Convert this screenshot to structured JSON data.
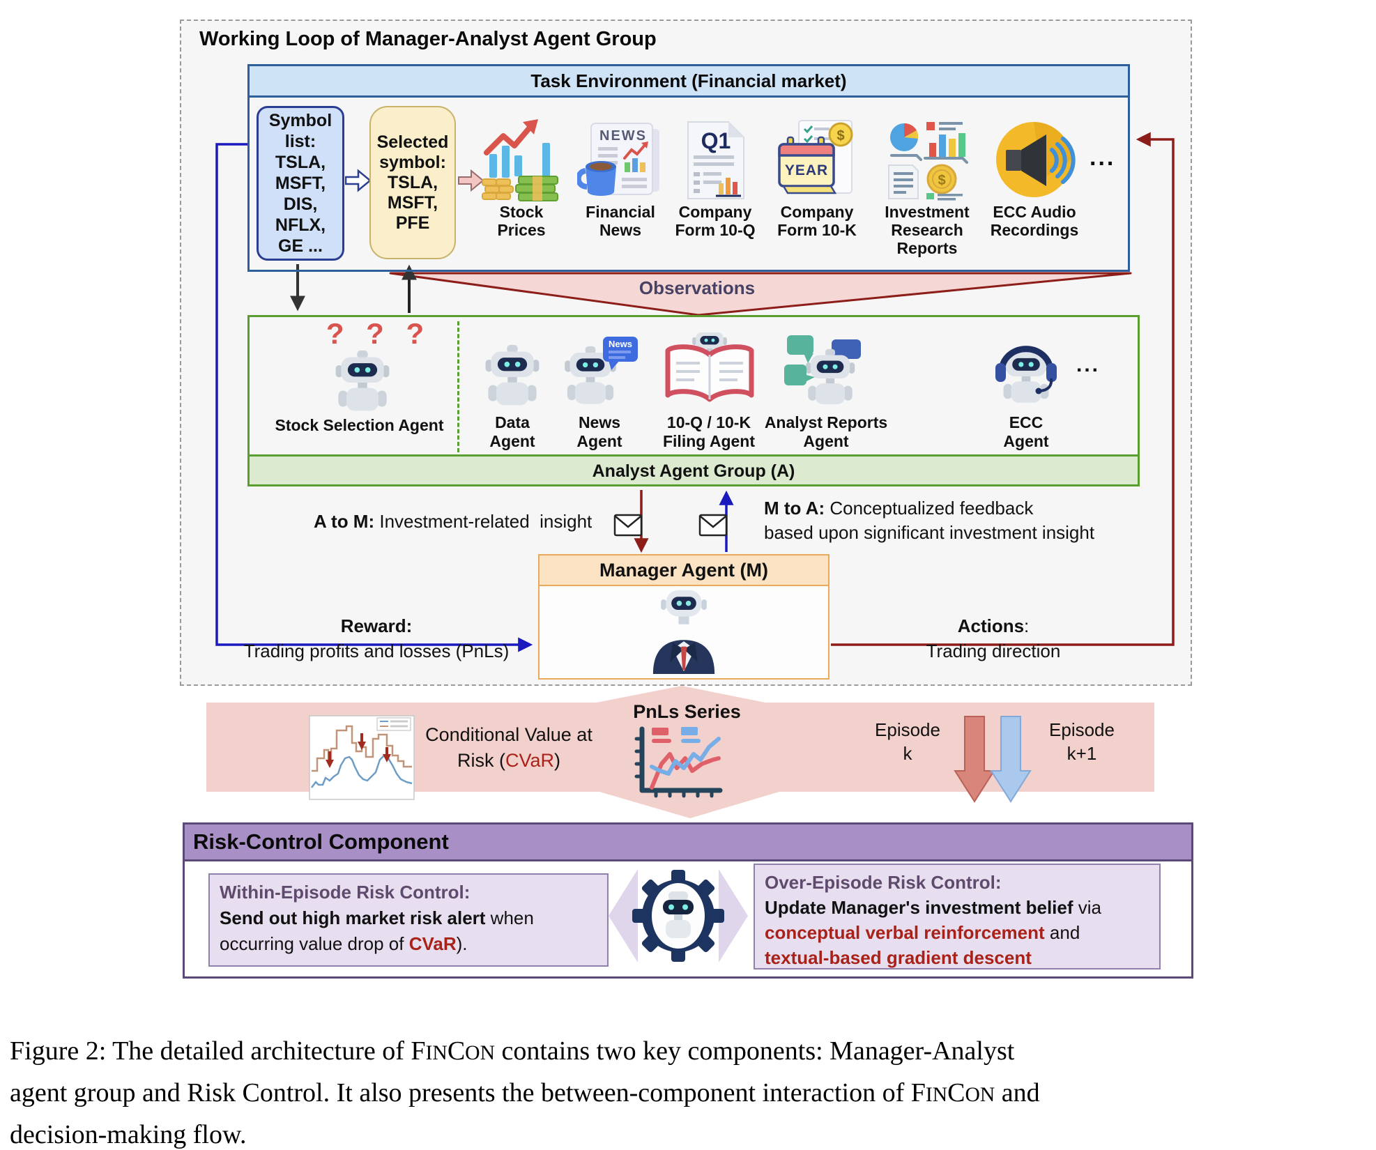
{
  "colors": {
    "panel_bg": "#f6f6f6",
    "task_blue": "#2e5f9b",
    "task_header_bg": "#cfe3f6",
    "symbol_box_bg": "#cfe0f8",
    "symbol_box_border": "#2b3d91",
    "selected_box_bg": "#faeecb",
    "selected_box_border": "#c9b26a",
    "green": "#5a9e32",
    "green_bar_bg": "#dcead0",
    "pink_light": "#f5d8d5",
    "dark_red": "#8c1d18",
    "blue_arrow": "#1a1abf",
    "manager_orange": "#e8a95c",
    "manager_header_bg": "#fbe2c2",
    "band_pink": "#f2d0cc",
    "purple_header_bg": "#a88fc6",
    "purple_border": "#5b4a78",
    "purple_box_bg": "#e7dff0",
    "purple_box_border": "#9080ab",
    "risk_purple_text": "#5f4a6d",
    "alert_red_text": "#a92219",
    "qm_red": "#d9534f"
  },
  "working_loop": {
    "title": "Working Loop of Manager-Analyst Agent Group",
    "task_environment": {
      "header": "Task Environment (Financial market)",
      "symbol_list_lines": [
        "Symbol",
        "list:",
        "TSLA,",
        "MSFT,",
        "DIS,",
        "NFLX,",
        "GE ..."
      ],
      "selected_symbol_lines": [
        "Selected",
        "symbol:",
        "TSLA,",
        "MSFT,",
        "PFE"
      ],
      "sources": [
        {
          "label_lines": [
            "Stock Prices"
          ]
        },
        {
          "label_lines": [
            "Financial",
            "News"
          ]
        },
        {
          "label_lines": [
            "Company",
            "Form 10-Q"
          ]
        },
        {
          "label_lines": [
            "Company",
            "Form 10-K"
          ]
        },
        {
          "label_lines": [
            "Investment",
            "Research",
            "Reports"
          ]
        },
        {
          "label_lines": [
            "ECC Audio",
            "Recordings"
          ]
        }
      ],
      "ellipsis": "...",
      "news_doc_text": "NEWS",
      "q1_doc_text": "Q1",
      "year_doc_text": "YEAR"
    },
    "observations_label": "Observations",
    "analyst_group": {
      "question_marks": "? ? ?",
      "stock_selection_label": "Stock Selection Agent",
      "agents": [
        {
          "label_lines": [
            "Data",
            "Agent"
          ]
        },
        {
          "label_lines": [
            "News",
            "Agent"
          ],
          "bubble_text": "News"
        },
        {
          "label_lines": [
            "10-Q / 10-K",
            "Filing Agent"
          ]
        },
        {
          "label_lines": [
            "Analyst Reports",
            "Agent"
          ]
        },
        {
          "label_lines": [
            "ECC",
            "Agent"
          ]
        }
      ],
      "ellipsis": "...",
      "bar_label": "Analyst Agent Group (A)"
    },
    "a_to_m": [
      {
        "t": "A to M:",
        "c": "b"
      },
      {
        "t": " Investment-related  insight"
      }
    ],
    "m_to_a_lines": [
      [
        {
          "t": "M to A:",
          "c": "b"
        },
        {
          "t": " Conceptualized feedback"
        }
      ],
      [
        {
          "t": "based upon significant investment insight"
        }
      ]
    ],
    "manager_header": "Manager Agent (M)",
    "reward_lines": [
      [
        {
          "t": "Reward:",
          "c": "b"
        }
      ],
      [
        {
          "t": "Trading profits and losses (PnLs)"
        }
      ]
    ],
    "actions_lines": [
      [
        {
          "t": "Actions",
          "c": "b"
        },
        {
          "t": ":"
        }
      ],
      [
        {
          "t": "Trading direction"
        }
      ]
    ]
  },
  "transition_band": {
    "cvar_lines": [
      [
        {
          "t": "Conditional Value at"
        }
      ],
      [
        {
          "t": "Risk ("
        },
        {
          "t": "CVaR",
          "c": "dr"
        },
        {
          "t": ")"
        }
      ]
    ],
    "pnls_label": "PnLs Series",
    "episode_k_lines": [
      "Episode",
      "k"
    ],
    "episode_k1_lines": [
      "Episode",
      "k+1"
    ]
  },
  "risk_control": {
    "header": "Risk-Control Component",
    "within_lines": [
      [
        {
          "t": "Within-Episode Risk Control:",
          "c": "pb"
        }
      ],
      [
        {
          "t": "Send out high market risk alert",
          "c": "b"
        },
        {
          "t": " when"
        }
      ],
      [
        {
          "t": "occurring value drop of "
        },
        {
          "t": "CVaR",
          "c": "drb"
        },
        {
          "t": ")."
        }
      ]
    ],
    "over_lines": [
      [
        {
          "t": "Over-Episode Risk Control:",
          "c": "pb"
        }
      ],
      [
        {
          "t": "Update Manager's investment belief",
          "c": "b"
        },
        {
          "t": " via"
        }
      ],
      [
        {
          "t": "conceptual verbal reinforcement",
          "c": "drb"
        },
        {
          "t": " and"
        }
      ],
      [
        {
          "t": "textual-based gradient descent",
          "c": "drb"
        }
      ]
    ]
  },
  "caption_lines": [
    [
      {
        "t": "Figure 2: The detailed architecture of "
      },
      {
        "t": "F"
      },
      {
        "t": "IN",
        "c": "sc"
      },
      {
        "t": "C"
      },
      {
        "t": "ON",
        "c": "sc"
      },
      {
        "t": " contains two key components: Manager-Analyst"
      }
    ],
    [
      {
        "t": "agent group and Risk Control. It also presents the between-component interaction of "
      },
      {
        "t": "F"
      },
      {
        "t": "IN",
        "c": "sc"
      },
      {
        "t": "C"
      },
      {
        "t": "ON",
        "c": "sc"
      },
      {
        "t": " and"
      }
    ],
    [
      {
        "t": "decision-making flow."
      }
    ]
  ]
}
